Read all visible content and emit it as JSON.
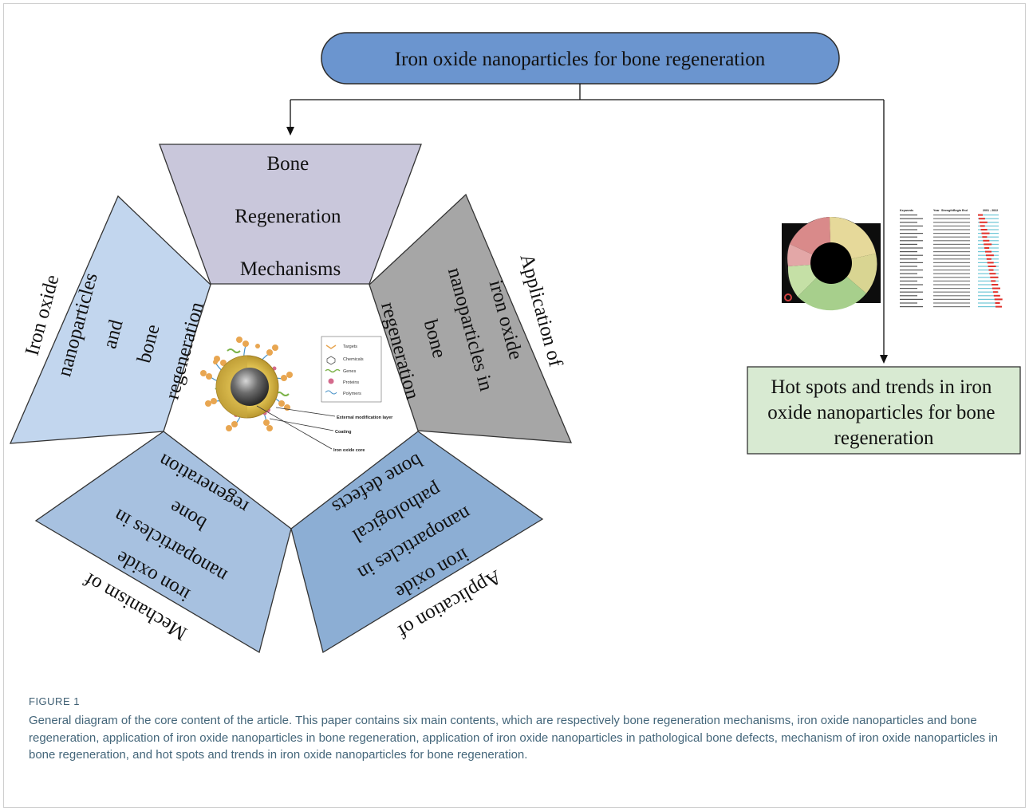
{
  "title": "Iron oxide nanoparticles for bone regeneration",
  "sections": {
    "top": [
      "Bone",
      "Regeneration",
      "Mechanisms"
    ],
    "left": [
      "Iron oxide",
      "nanoparticles",
      "and",
      "bone",
      "regeneration"
    ],
    "right": [
      "Application of",
      "iron oxide",
      "nanoparticles in",
      "bone",
      "regeneration"
    ],
    "bottom_left": [
      "Mechanism of",
      "iron oxide",
      "nanoparticles in",
      "bone",
      "regeneration"
    ],
    "bottom_right": [
      "Application of",
      "iron oxide",
      "nanoparticles in",
      "pathological",
      "bone defects"
    ],
    "hotspots": [
      "Hot spots and trends in iron",
      "oxide nanoparticles for bone",
      "regeneration"
    ]
  },
  "nanoparticle_legend": [
    "Targets",
    "Chemicals",
    "Genes",
    "Proteins",
    "Polymers"
  ],
  "nanoparticle_labels": [
    "External modification layer",
    "Coating",
    "Iron oxide core"
  ],
  "keyword_table": {
    "headers": [
      "Keywords",
      "Year",
      "Strength",
      "Begin",
      "End",
      "2001 - 2022"
    ]
  },
  "caption": {
    "label": "FIGURE 1",
    "text": "General diagram of the core content of the article. This paper contains six main contents, which are respectively bone regeneration mechanisms, iron oxide nanoparticles and bone regeneration, application of iron oxide nanoparticles in bone regeneration, application of iron oxide nanoparticles in pathological bone defects, mechanism of iron oxide nanoparticles in bone regeneration, and hot spots and trends in iron oxide nanoparticles for bone regeneration."
  },
  "colors": {
    "title_fill": "#6b95cf",
    "top_fill": "#c9c7db",
    "left_fill": "#c2d6ee",
    "right_fill": "#a6a6a6",
    "bottom_left_fill": "#a7c1e0",
    "bottom_right_fill": "#8caed4",
    "hotspot_fill": "#d8ead2",
    "caption_color": "#3f5f73"
  }
}
